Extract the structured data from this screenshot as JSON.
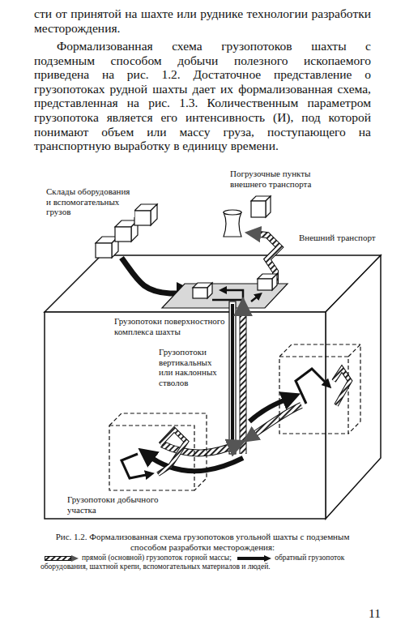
{
  "diagram": {
    "caption": "Рис. 1.2. Формализованная схема грузопотоков угольной шахты с подземным способом разработки месторождения:",
    "labels": [
      "сти от принятой на шахте или руднике технологии разработки месторождения.",
      "Формализованная схема грузопотоков шахты с подземным способом добычи полезного ископаемого приведена на рис. 1.2. Достаточное представление о грузопотоках рудной шахты дает их формализованная схема, представленная на рис. 1.3. Количественным параметром грузопотока является его интенсивность (И), под которой понимают объем или массу груза, поступающего на транспортную выработку в единицу времени.",
      "Погрузочные пункты внешнего транспорта",
      "Склады оборудования и вспомогательных грузов",
      "Внешний транспорт",
      "Грузопотоки поверхностного комплекса шахты",
      "Грузопотоки вертикальных или наклонных стволов",
      "Грузопотоки добычного участка",
      "11"
    ],
    "legend": [
      {
        "text": "прямой (основной) грузопоток горной массы;"
      },
      {
        "text": "обратный грузопоток оборудования, шахтной крепи, вспомогательных материалов и людей."
      }
    ]
  }
}
